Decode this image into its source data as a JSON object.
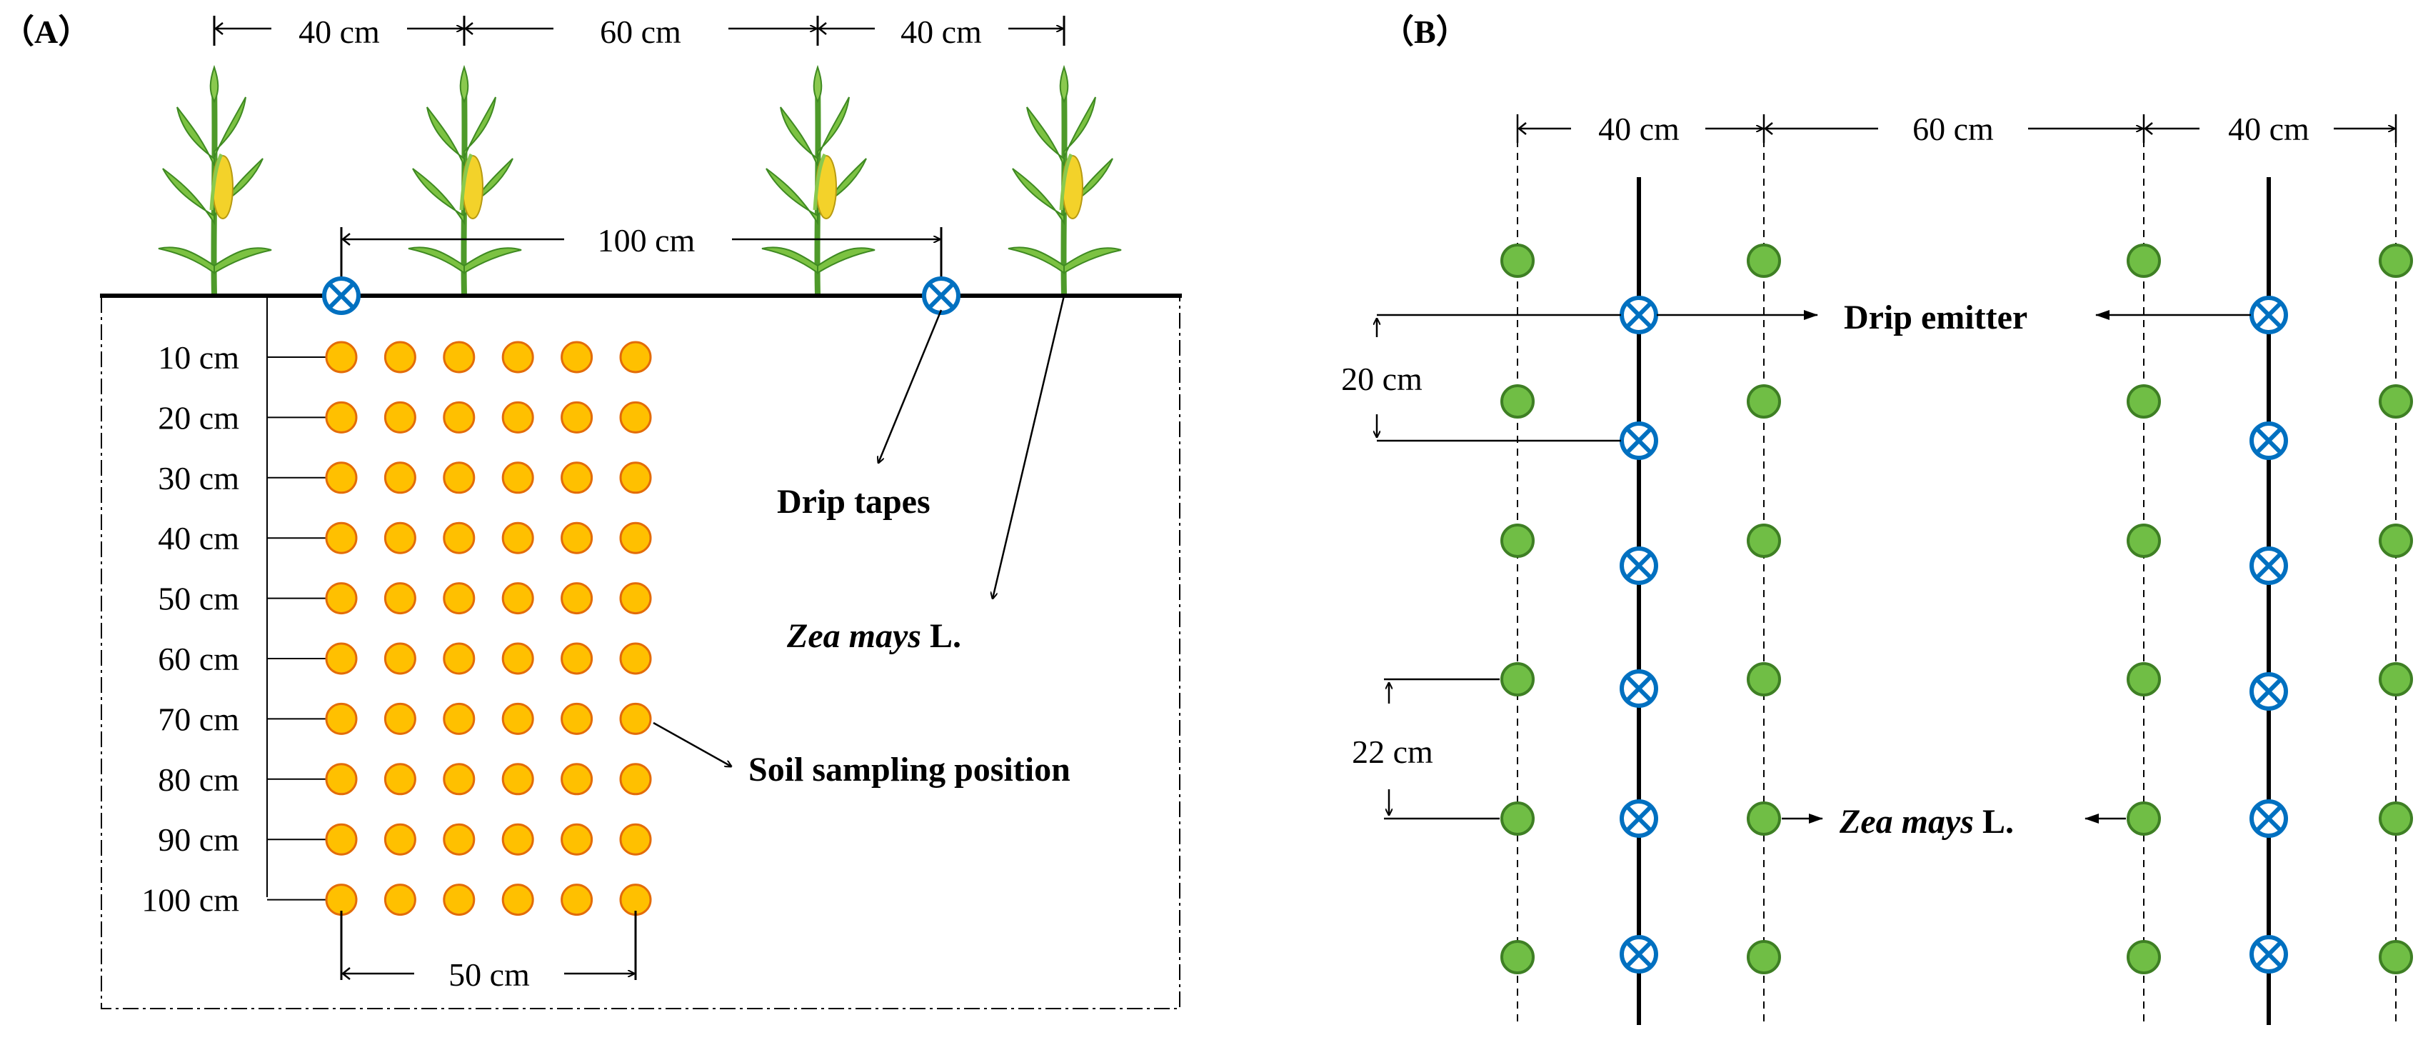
{
  "panel_a": {
    "label": "（A）",
    "plant_spacing": [
      "40 cm",
      "60 cm",
      "40 cm"
    ],
    "tape_spacing": "100 cm",
    "depths": [
      "10 cm",
      "20 cm",
      "30 cm",
      "40 cm",
      "50 cm",
      "60 cm",
      "70 cm",
      "80 cm",
      "90 cm",
      "100 cm"
    ],
    "sample_columns": 6,
    "sample_width": "50 cm",
    "drip_tapes_label": "Drip tapes",
    "zea_italic": "Zea mays",
    "zea_suffix": " L.",
    "soil_sampling_label": "Soil sampling position"
  },
  "panel_b": {
    "label": "（B）",
    "row_spacing": [
      "40 cm",
      "60 cm",
      "40 cm"
    ],
    "emitter_spacing": "20 cm",
    "plant_spacing": "22 cm",
    "drip_emitter_label": "Drip emitter",
    "zea_italic": "Zea mays",
    "zea_suffix": " L."
  },
  "colors": {
    "sample_fill": "#FFC000",
    "sample_stroke": "#E36C09",
    "plant_fill": "#70BE45",
    "plant_stroke": "#3E7F24",
    "emitter_stroke": "#0070C0",
    "maize_leaf": "#7CC242",
    "maize_cob": "#F3D22A"
  },
  "icons": [
    "maize-plant-icon",
    "drip-emitter-icon"
  ]
}
